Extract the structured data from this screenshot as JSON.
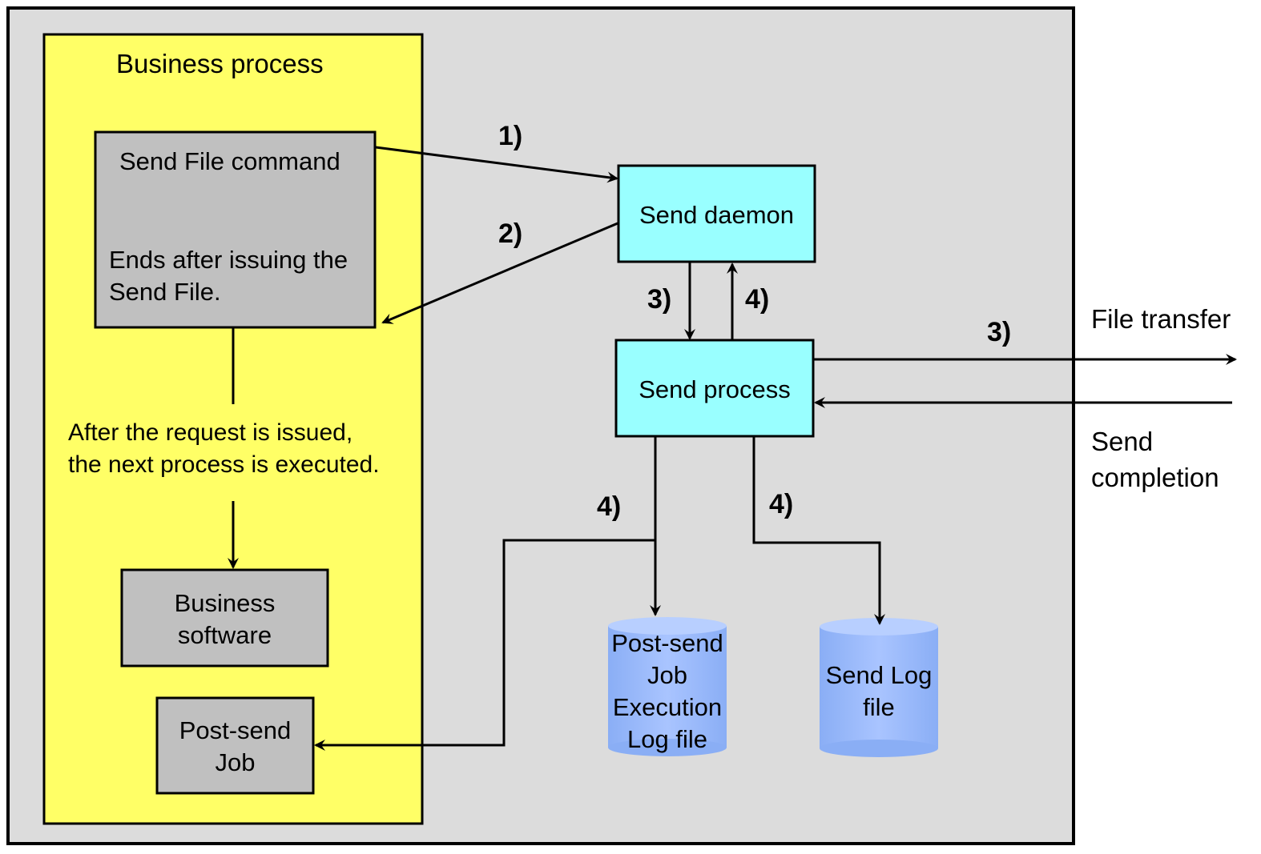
{
  "colors": {
    "outer_bg": "#dcdcdc",
    "business_bg": "#ffff66",
    "command_box": "#c0c0c0",
    "daemon_box": "#99ffff",
    "db_fill": "#99bbff",
    "line": "#000000"
  },
  "business_process": {
    "title": "Business process",
    "send_file_command": {
      "title": "Send File command",
      "note_line1": "Ends after issuing the",
      "note_line2": "Send File."
    },
    "after_note": {
      "line1": "After the request is issued,",
      "line2": "the next process is executed."
    },
    "business_software": {
      "line1": "Business",
      "line2": "software"
    },
    "post_send_job": {
      "line1": "Post-send",
      "line2": "Job"
    }
  },
  "send_daemon": {
    "label": "Send daemon"
  },
  "send_process": {
    "label": "Send process"
  },
  "databases": {
    "post_send_log": {
      "line1": "Post-send",
      "line2": "Job",
      "line3": "Execution",
      "line4": "Log file"
    },
    "send_log": {
      "line1": "Send Log",
      "line2": "file"
    }
  },
  "external": {
    "file_transfer": "File transfer",
    "send_completion_line1": "Send",
    "send_completion_line2": "completion"
  },
  "step_labels": {
    "s1": "1)",
    "s2": "2)",
    "s3_daemon": "3)",
    "s4_daemon": "4)",
    "s3_transfer": "3)",
    "s4_left": "4)",
    "s4_right": "4)"
  }
}
